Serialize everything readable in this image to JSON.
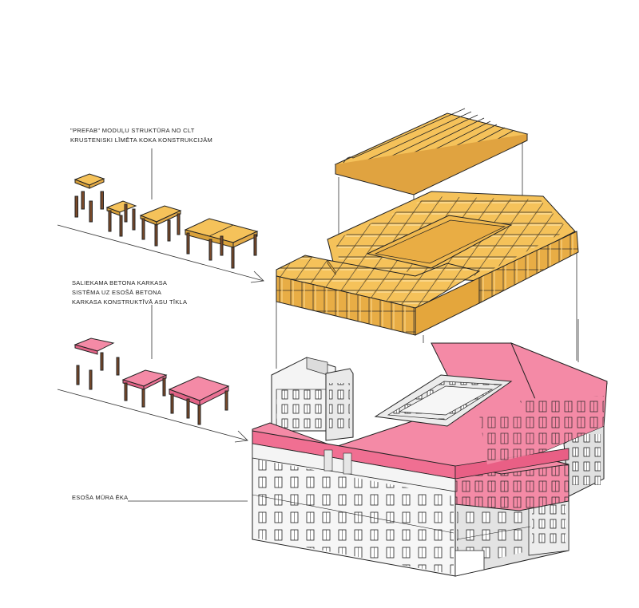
{
  "labels": {
    "prefab": [
      "\"PREFAB\" MODUĻU STRUKTŪRA NO CLT",
      "KRUSTENISKI LĪMĒTA KOKA KONSTRUKCIJĀM"
    ],
    "concrete": [
      "SALIEKAMA BETONA KARKASA",
      "SISTĒMA UZ ESOŠĀ BETONA",
      "KARKASA KONSTRUKTĪVĀ ASU TĪKLA"
    ],
    "existing": [
      "ESOŠA MŪRA ĒKA"
    ]
  },
  "colors": {
    "clt": "#f5c25a",
    "clt_dark": "#d9a13a",
    "concrete": "#f2809e",
    "concrete_dark": "#d9607f",
    "building_wall": "#f4f4f4",
    "building_shadow": "#cfcfcf",
    "line": "#222222"
  },
  "icons": [
    "leader-line",
    "arrow-right-icon",
    "clt-module-icon",
    "concrete-frame-icon"
  ]
}
